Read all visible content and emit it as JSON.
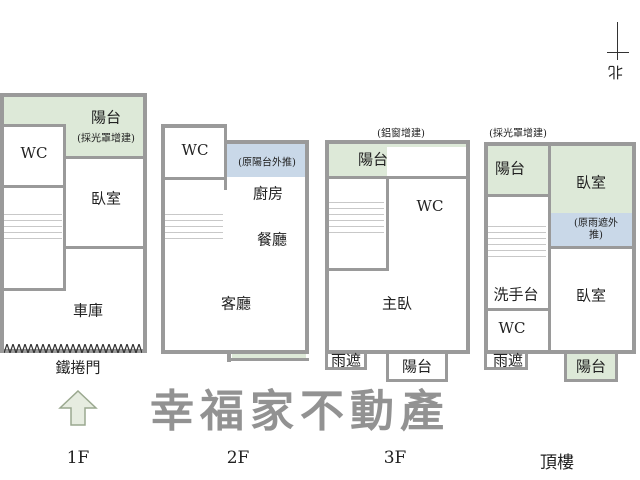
{
  "compass": {
    "label": "北"
  },
  "watermark": "幸福家不動產",
  "floors": [
    {
      "name": "1F",
      "rooms": {
        "balcony": "陽台",
        "balcony_note": "(採光罩增建)",
        "wc": "WC",
        "bedroom": "臥室",
        "garage": "車庫"
      },
      "door": "鐵捲門",
      "entrance_icon": "arrow-up-icon"
    },
    {
      "name": "2F",
      "rooms": {
        "wc": "WC",
        "note": "(原陽台外推)",
        "kitchen": "廚房",
        "dining": "餐廳",
        "living": "客廳"
      }
    },
    {
      "name": "3F",
      "note": "(鋁窗增建)",
      "rooms": {
        "balcony": "陽台",
        "wc": "WC",
        "master": "主臥",
        "canopy": "雨遮",
        "balcony2": "陽台"
      }
    },
    {
      "name": "頂樓",
      "note": "(採光罩增建)",
      "rooms": {
        "balcony": "陽台",
        "bedroom1": "臥室",
        "note2": "(原雨遮外推)",
        "sink": "洗手台",
        "wc": "WC",
        "bedroom2": "臥室",
        "canopy": "雨遮",
        "balcony2": "陽台"
      }
    }
  ]
}
